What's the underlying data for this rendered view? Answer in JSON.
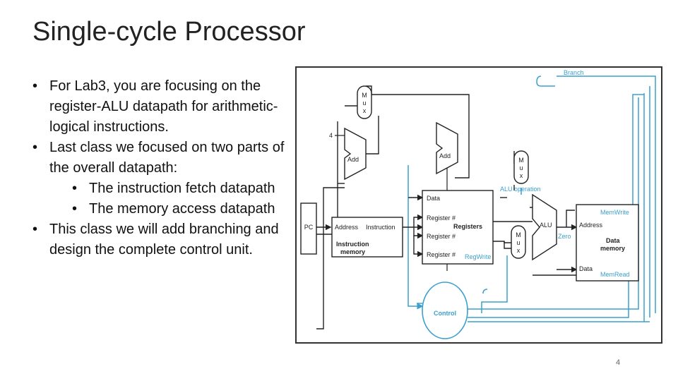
{
  "slide": {
    "title": "Single-cycle Processor",
    "page_number": "4"
  },
  "bullets": [
    {
      "text": "For Lab3, you are focusing on the register-ALU datapath for arithmetic-logical instructions."
    },
    {
      "text": "Last class we focused on two parts of the overall datapath:",
      "children": [
        "The instruction fetch datapath",
        "The memory access datapath"
      ]
    },
    {
      "text": "This class we will add branching and design the complete control unit."
    }
  ],
  "diagram": {
    "colors": {
      "datapath": "#222222",
      "control": "#3ba0cc"
    },
    "labels": {
      "branch": "Branch",
      "mux": [
        "M",
        "u",
        "x"
      ],
      "four": "4",
      "add": "Add",
      "alu_operation": "ALU operation",
      "data": "Data",
      "mem_write": "MemWrite",
      "pc": "PC",
      "address": "Address",
      "instruction": "Instruction",
      "instruction_memory": [
        "Instruction",
        "memory"
      ],
      "register_num": "Register #",
      "registers": "Registers",
      "alu": "ALU",
      "zero": "Zero",
      "data_memory_address": "Address",
      "data_memory": [
        "Data",
        "memory"
      ],
      "reg_write": "RegWrite",
      "mem_read": "MemRead",
      "control": "Control"
    }
  }
}
